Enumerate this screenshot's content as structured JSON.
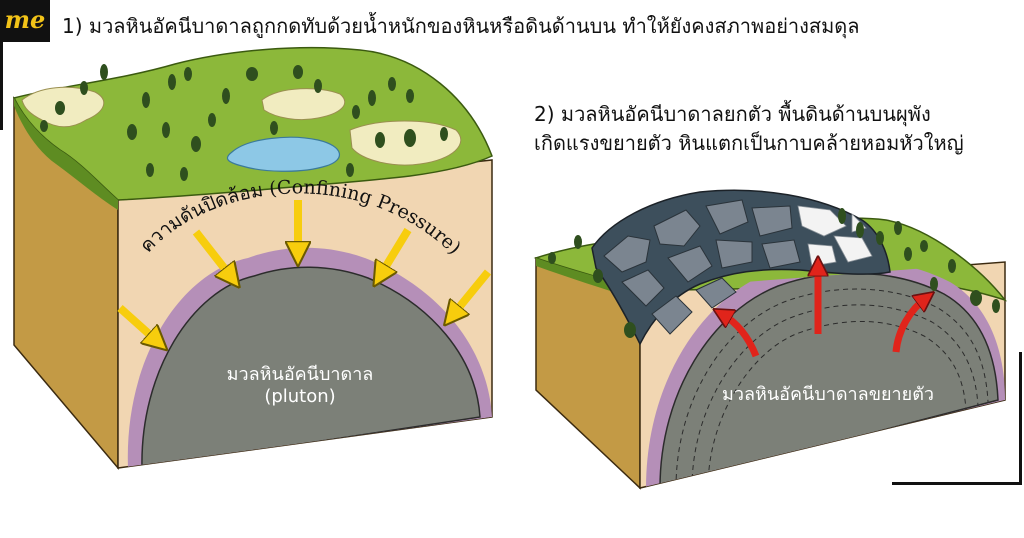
{
  "brand": {
    "logo_text": "me",
    "logo_bg": "#111111",
    "logo_color": "#f2c318"
  },
  "step1": {
    "heading": "1) มวลหินอัคนีบาดาลถูกกดทับด้วยน้ำหนักของหินหรือดินด้านบน ทำให้ยังคงสภาพอย่างสมดุล",
    "pressure_label": "ความดันปิดล้อม (Confining Pressure)",
    "pluton_label_th": "มวลหินอัคนีบาดาล",
    "pluton_label_en": "(pluton)"
  },
  "step2": {
    "heading_line1": "2) มวลหินอัคนีบาดาลยกตัว พื้นดินด้านบนผุพัง",
    "heading_line2": "เกิดแรงขยายตัว หินแตกเป็นกาบคล้ายหอมหัวใหญ่",
    "pluton_label": "มวลหินอัคนีบาดาลขยายตัว"
  },
  "colors": {
    "grass": "#8cb83a",
    "soil_front": "#f1d6b2",
    "soil_side": "#c39a45",
    "pluton": "#7c8078",
    "rim": "#b58fb8",
    "yellow_arrow": "#f7cd0d",
    "red_arrow": "#e0241b",
    "lake": "#8dc8e6",
    "exfoliated_rock": "#7b8590"
  }
}
